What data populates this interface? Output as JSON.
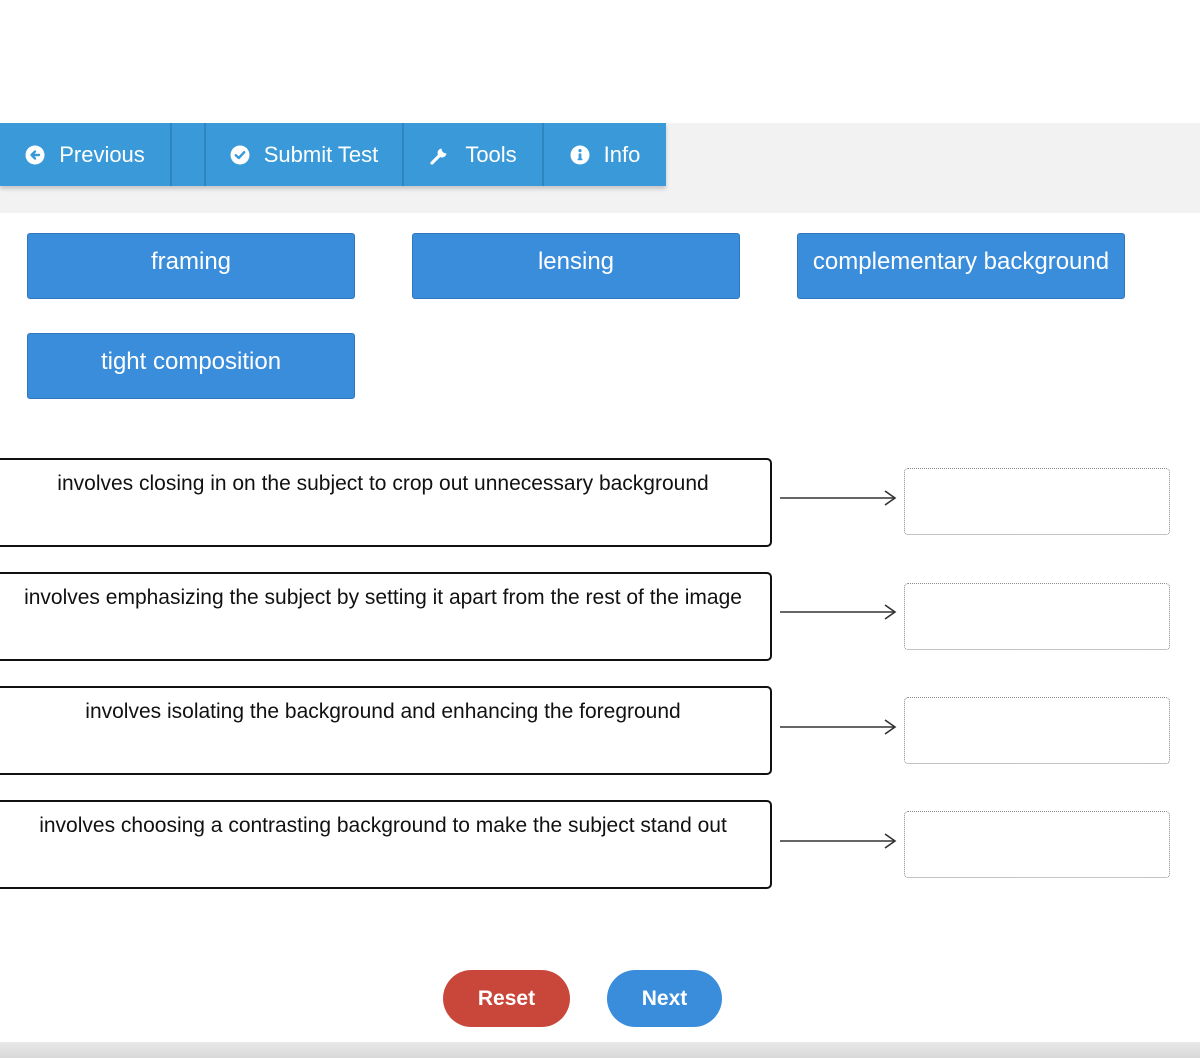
{
  "toolbar": {
    "previous_label": "Previous",
    "submit_label": "Submit Test",
    "tools_label": "Tools",
    "info_label": "Info"
  },
  "tiles": [
    {
      "label": "framing"
    },
    {
      "label": "lensing"
    },
    {
      "label": "complementary background"
    },
    {
      "label": "tight composition"
    }
  ],
  "definitions": [
    {
      "text": "involves closing in on the subject to crop out unnecessary background"
    },
    {
      "text": "involves emphasizing the subject by setting it apart from the rest of the image"
    },
    {
      "text": "involves isolating the background and enhancing the foreground"
    },
    {
      "text": "involves choosing a contrasting background to make the subject stand out"
    }
  ],
  "actions": {
    "reset_label": "Reset",
    "next_label": "Next"
  },
  "colors": {
    "toolbar": "#3a9ad9",
    "tile": "#3a8ddb",
    "reset": "#c9473a",
    "next": "#3a8ddb"
  }
}
